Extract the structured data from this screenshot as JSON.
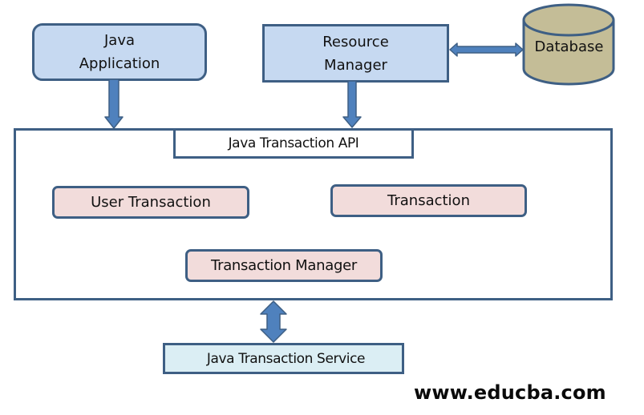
{
  "diagram": {
    "java_application": {
      "line1": "Java",
      "line2": "Application"
    },
    "resource_manager": {
      "line1": "Resource",
      "line2": "Manager"
    },
    "database": {
      "label": "Database"
    },
    "java_transaction_api": {
      "label": "Java Transaction API"
    },
    "user_transaction": {
      "label": "User Transaction"
    },
    "transaction": {
      "label": "Transaction"
    },
    "transaction_manager": {
      "label": "Transaction Manager"
    },
    "java_transaction_service": {
      "label": "Java Transaction Service"
    },
    "watermark": "www.educba.com"
  },
  "colors": {
    "stroke": "#3e5f84",
    "arrow_fill": "#4f81bd",
    "blue_box": "#c6d9f1",
    "pink_box": "#f2dcdb",
    "jts_box": "#dbeef4",
    "database_fill": "#c4bd97"
  },
  "icons": {
    "database": "database-cylinder-icon",
    "arrow_down": "arrow-down-icon",
    "arrow_bidirectional_horizontal": "double-arrow-horizontal-icon",
    "arrow_bidirectional_vertical": "double-arrow-vertical-icon"
  }
}
